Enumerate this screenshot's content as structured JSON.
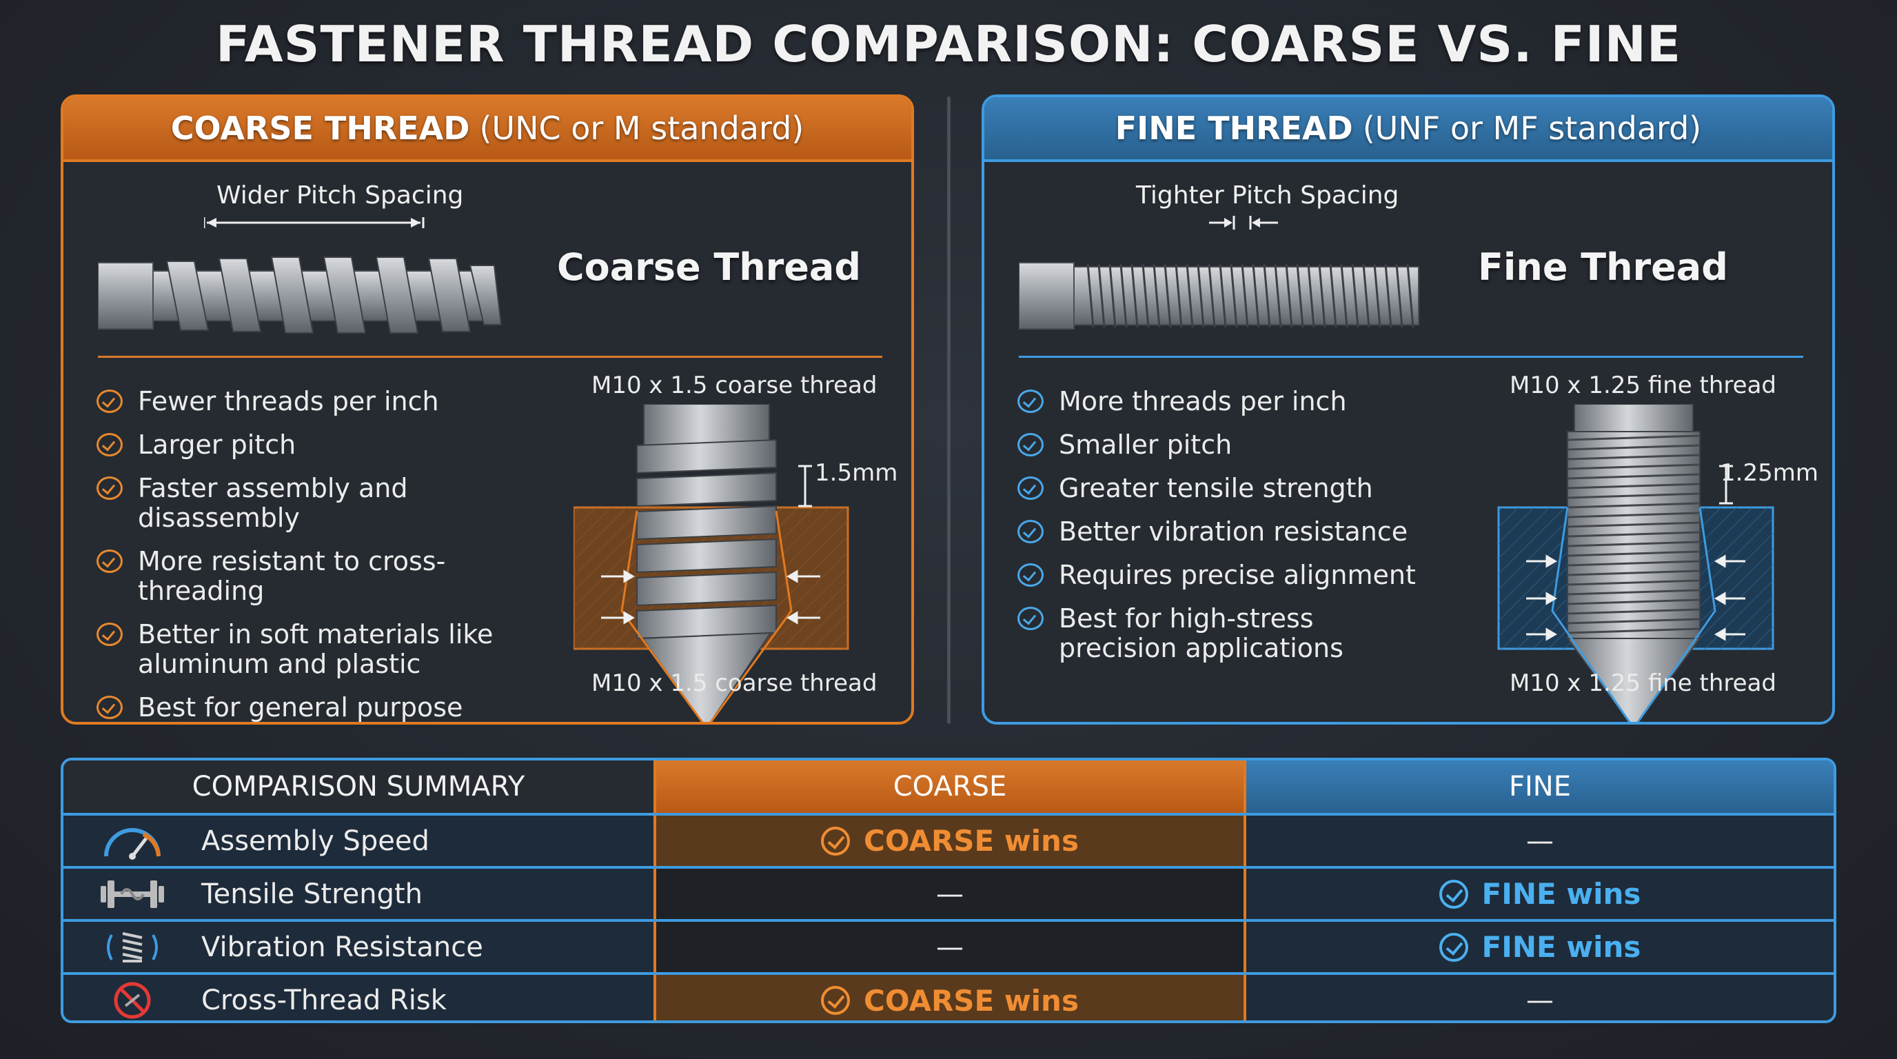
{
  "title": "FASTENER THREAD COMPARISON: COARSE VS. FINE",
  "coarse": {
    "header_bold": "COARSE THREAD",
    "header_rest": "(UNC or M standard)",
    "pitch_label": "Wider Pitch Spacing",
    "thread_name": "Coarse Thread",
    "spec_top": "M10 x 1.5 coarse thread",
    "spec_bottom": "M10 x 1.5 coarse thread",
    "pitch_value": "1.5mm",
    "features": [
      "Fewer threads per inch",
      "Larger pitch",
      "Faster assembly and disassembly",
      "More resistant to cross-threading",
      "Better in soft materials like aluminum and plastic",
      "Best for general purpose applications"
    ]
  },
  "fine": {
    "header_bold": "FINE THREAD",
    "header_rest": "(UNF or MF standard)",
    "pitch_label": "Tighter Pitch Spacing",
    "thread_name": "Fine Thread",
    "spec_top": "M10 x 1.25 fine thread",
    "spec_bottom": "M10 x 1.25 fine thread",
    "pitch_value": "1.25mm",
    "features": [
      "More threads per inch",
      "Smaller pitch",
      "Greater tensile strength",
      "Better vibration resistance",
      "Requires precise alignment",
      "Best for high-stress precision applications"
    ]
  },
  "table": {
    "headers": [
      "COMPARISON SUMMARY",
      "COARSE",
      "FINE"
    ],
    "rows": [
      {
        "label": "Assembly Speed",
        "icon": "speedometer-icon",
        "coarse": "COARSE wins",
        "fine": "—"
      },
      {
        "label": "Tensile Strength",
        "icon": "dumbbell-icon",
        "coarse": "—",
        "fine": "FINE wins"
      },
      {
        "label": "Vibration Resistance",
        "icon": "vibration-spring-icon",
        "coarse": "—",
        "fine": "FINE wins"
      },
      {
        "label": "Cross-Thread Risk",
        "icon": "no-cross-thread-icon",
        "coarse": "COARSE wins",
        "fine": "—"
      }
    ]
  },
  "colors": {
    "coarse_accent": "#e07a22",
    "fine_accent": "#3f9be0",
    "background": "#262b32"
  }
}
